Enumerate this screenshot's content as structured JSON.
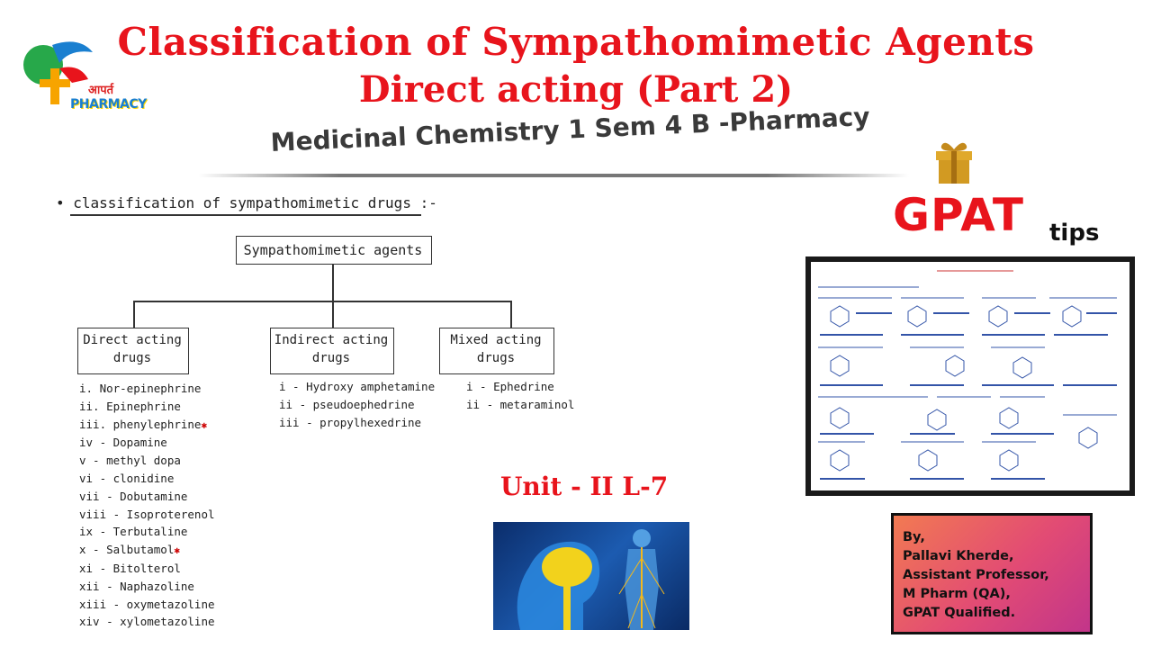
{
  "title": {
    "line1": "Classification of Sympathomimetic Agents",
    "line2": "Direct acting (Part 2)",
    "subtitle": "Medicinal Chemistry 1  Sem 4 B -Pharmacy"
  },
  "logo": {
    "hindi": "आपर्त",
    "word": "PHARMACY"
  },
  "badge": {
    "gpat": "GPAT",
    "tips": "tips"
  },
  "diagram": {
    "heading": "• classification of sympathomimetic drugs :-",
    "root": "Sympathomimetic agents",
    "categories": [
      {
        "label_line1": "Direct acting",
        "label_line2": "drugs"
      },
      {
        "label_line1": "Indirect acting",
        "label_line2": "drugs"
      },
      {
        "label_line1": "Mixed acting",
        "label_line2": "drugs"
      }
    ],
    "direct_list": [
      "i. Nor-epinephrine",
      "ii. Epinephrine",
      "iii. phenylephrine",
      "iv - Dopamine",
      "v  - methyl dopa",
      "vi - clonidine",
      "vii - Dobutamine",
      "viii - Isoproterenol",
      "ix - Terbutaline",
      "x - Salbutamol",
      "xi - Bitolterol",
      "xii - Naphazoline",
      "xiii - oxymetazoline",
      "xiv - xylometazoline"
    ],
    "indirect_list": [
      "i - Hydroxy amphetamine",
      "ii - pseudoephedrine",
      "iii - propylhexedrine"
    ],
    "mixed_list": [
      "i - Ephedrine",
      "ii - metaraminol"
    ]
  },
  "unit_label": "Unit - II L-7",
  "author": {
    "lines": [
      "By,",
      "Pallavi Kherde,",
      "Assistant Professor,",
      "M Pharm (QA),",
      "GPAT Qualified."
    ]
  },
  "colors": {
    "title_red": "#e8141c",
    "subtitle_gray": "#3a3a3a",
    "author_bg_start": "#f27a52",
    "author_bg_end": "#c2358a"
  }
}
